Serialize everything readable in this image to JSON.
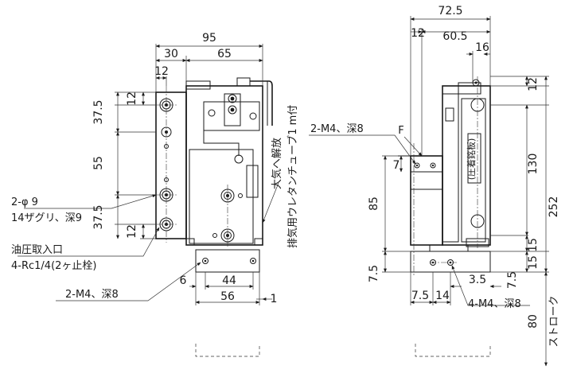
{
  "front_view": {
    "dims": {
      "overall_width": "95",
      "left_offset": "30",
      "right_span": "65",
      "top_margin": "12",
      "pitch_top": "37.5",
      "pitch_mid": "55",
      "pitch_bot": "37.5",
      "bottom_margin": "12",
      "flange_offset": "6",
      "flange_span": "44",
      "base_width": "56",
      "gap": "1"
    },
    "callouts": {
      "counterbore_1": "2-φ 9",
      "counterbore_2": "14ザグリ、深9",
      "oil_port_1": "油圧取入口",
      "oil_port_2": "4-Rc1/4(2ヶ止栓)",
      "tap_holes": "2-M4、深8",
      "exhaust_1": "大気へ解放",
      "exhaust_2": "排気用ウレタンチューブ1 m付"
    }
  },
  "side_view": {
    "dims": {
      "overall_width": "72.5",
      "left_offset": "12",
      "right_span": "60.5",
      "top_right": "16",
      "top_margin": "12",
      "stroke_section": "130",
      "overall_height": "252",
      "lower_height": "85",
      "lower_margin_1": "15",
      "lower_margin_2": "15",
      "base_offset": "7.5",
      "hole_offset_a": "7.5",
      "hole_offset_b": "14",
      "hole_offset_c": "3.5",
      "hole_offset_d": "7.5",
      "small_7": "7",
      "stroke": "80"
    },
    "callouts": {
      "tap_holes_top": "2-M4、深8",
      "face_F": "F",
      "tap_holes_bot": "4-M4、深8",
      "stroke_label": "ストローク",
      "nameplate": "(圧着銘板)"
    }
  }
}
